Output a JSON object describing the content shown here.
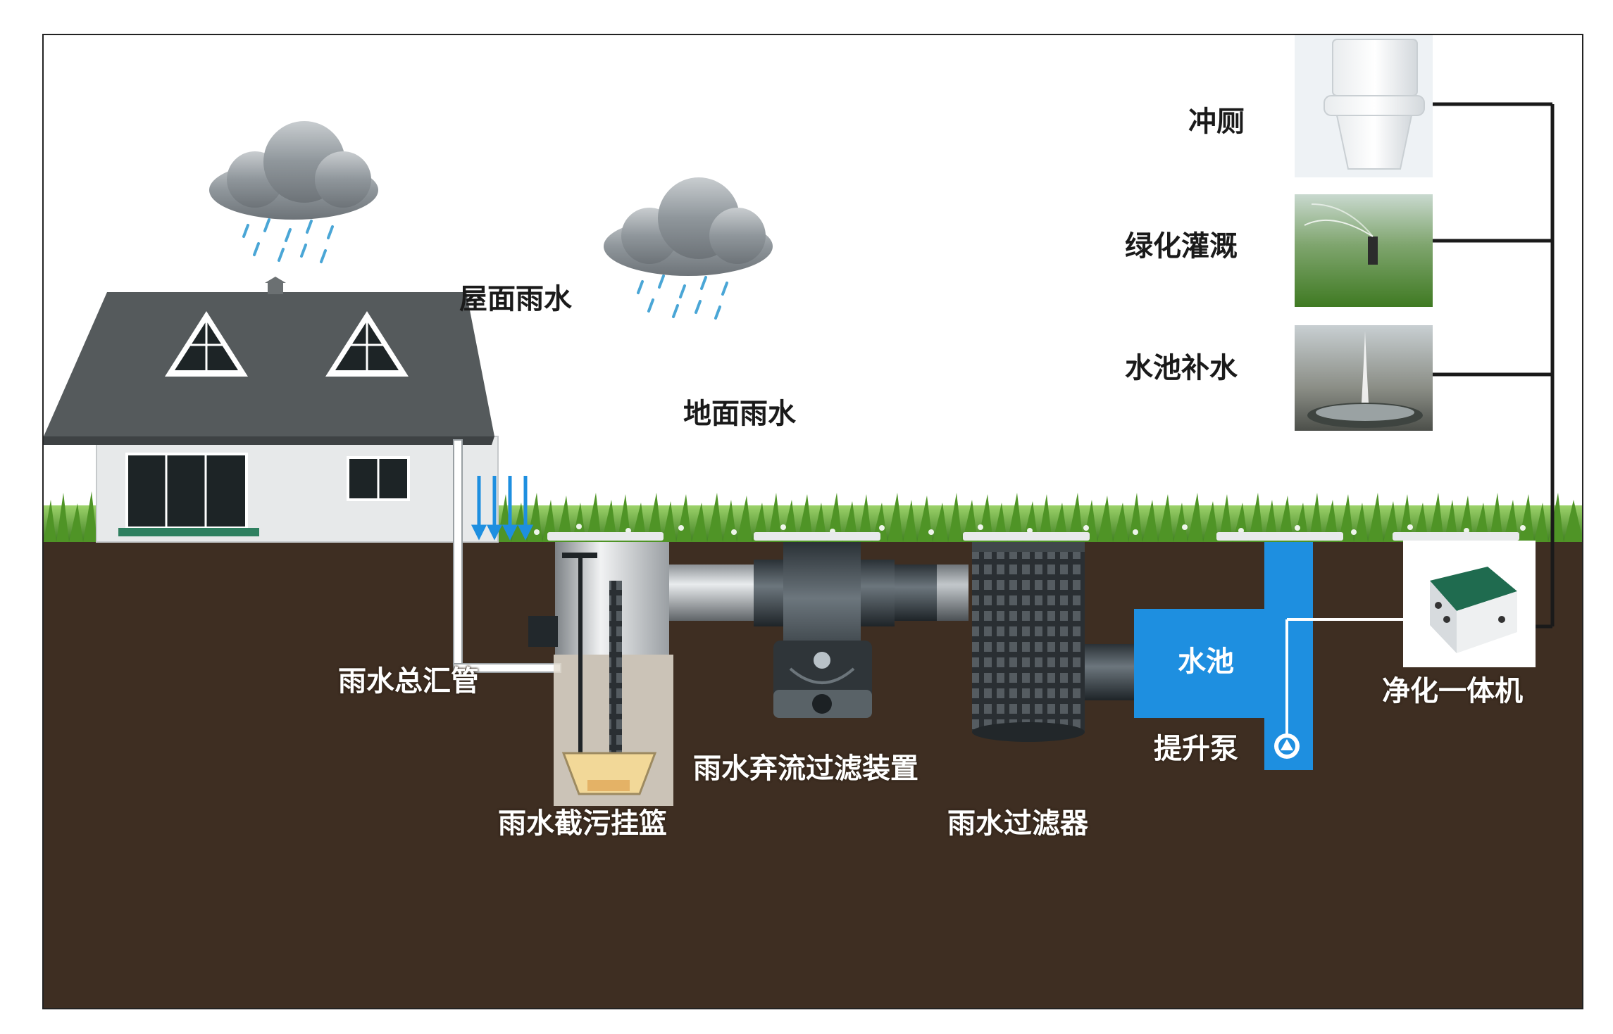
{
  "labels": {
    "roof_rain": "屋面雨水",
    "ground_rain": "地面雨水",
    "main_pipe": "雨水总汇管",
    "basket": "雨水截污挂篮",
    "diverter": "雨水弃流过滤装置",
    "filter": "雨水过滤器",
    "pool": "水池",
    "pump": "提升泵",
    "purifier": "净化一体机",
    "toilet": "冲厕",
    "irrigation": "绿化灌溉",
    "fountain": "水池补水"
  },
  "colors": {
    "soil": "#3e2e22",
    "grass": "#5a9a2c",
    "pool_blue": "#1e8fe0",
    "roof": "#555a5c",
    "cloud": "#8f969b"
  },
  "icons": [
    "rain-cloud-icon",
    "house-icon",
    "toilet-icon",
    "irrigation-photo",
    "fountain-photo",
    "pump-icon",
    "purifier-icon"
  ]
}
